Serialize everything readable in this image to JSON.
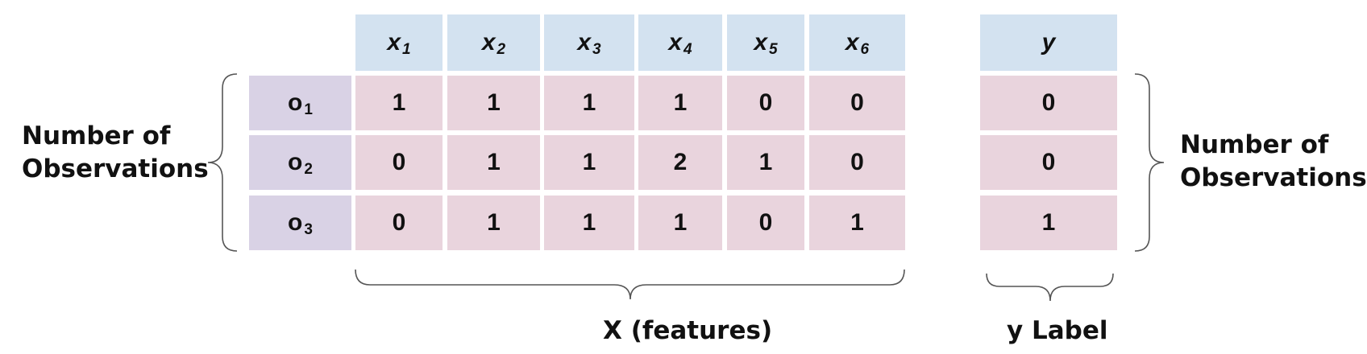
{
  "features": [
    {
      "symbol": "x",
      "sub": "1"
    },
    {
      "symbol": "x",
      "sub": "2"
    },
    {
      "symbol": "x",
      "sub": "3"
    },
    {
      "symbol": "x",
      "sub": "4"
    },
    {
      "symbol": "x",
      "sub": "5"
    },
    {
      "symbol": "x",
      "sub": "6"
    }
  ],
  "target": {
    "symbol": "y"
  },
  "observations": [
    {
      "symbol": "o",
      "sub": "1",
      "x": [
        "1",
        "1",
        "1",
        "1",
        "0",
        "0"
      ],
      "y": "0"
    },
    {
      "symbol": "o",
      "sub": "2",
      "x": [
        "0",
        "1",
        "1",
        "2",
        "1",
        "0"
      ],
      "y": "0"
    },
    {
      "symbol": "o",
      "sub": "3",
      "x": [
        "0",
        "1",
        "1",
        "1",
        "0",
        "1"
      ],
      "y": "1"
    }
  ],
  "labels": {
    "left_line1": "Number of",
    "left_line2": "Observations",
    "right_line1": "Number of",
    "right_line2": "Observations",
    "features_label": "X (features)",
    "target_label": "y Label"
  },
  "colors": {
    "header": "#d3e2f0",
    "value": "#e9d4dd",
    "observation": "#d9d2e5",
    "brace": "#555555"
  }
}
